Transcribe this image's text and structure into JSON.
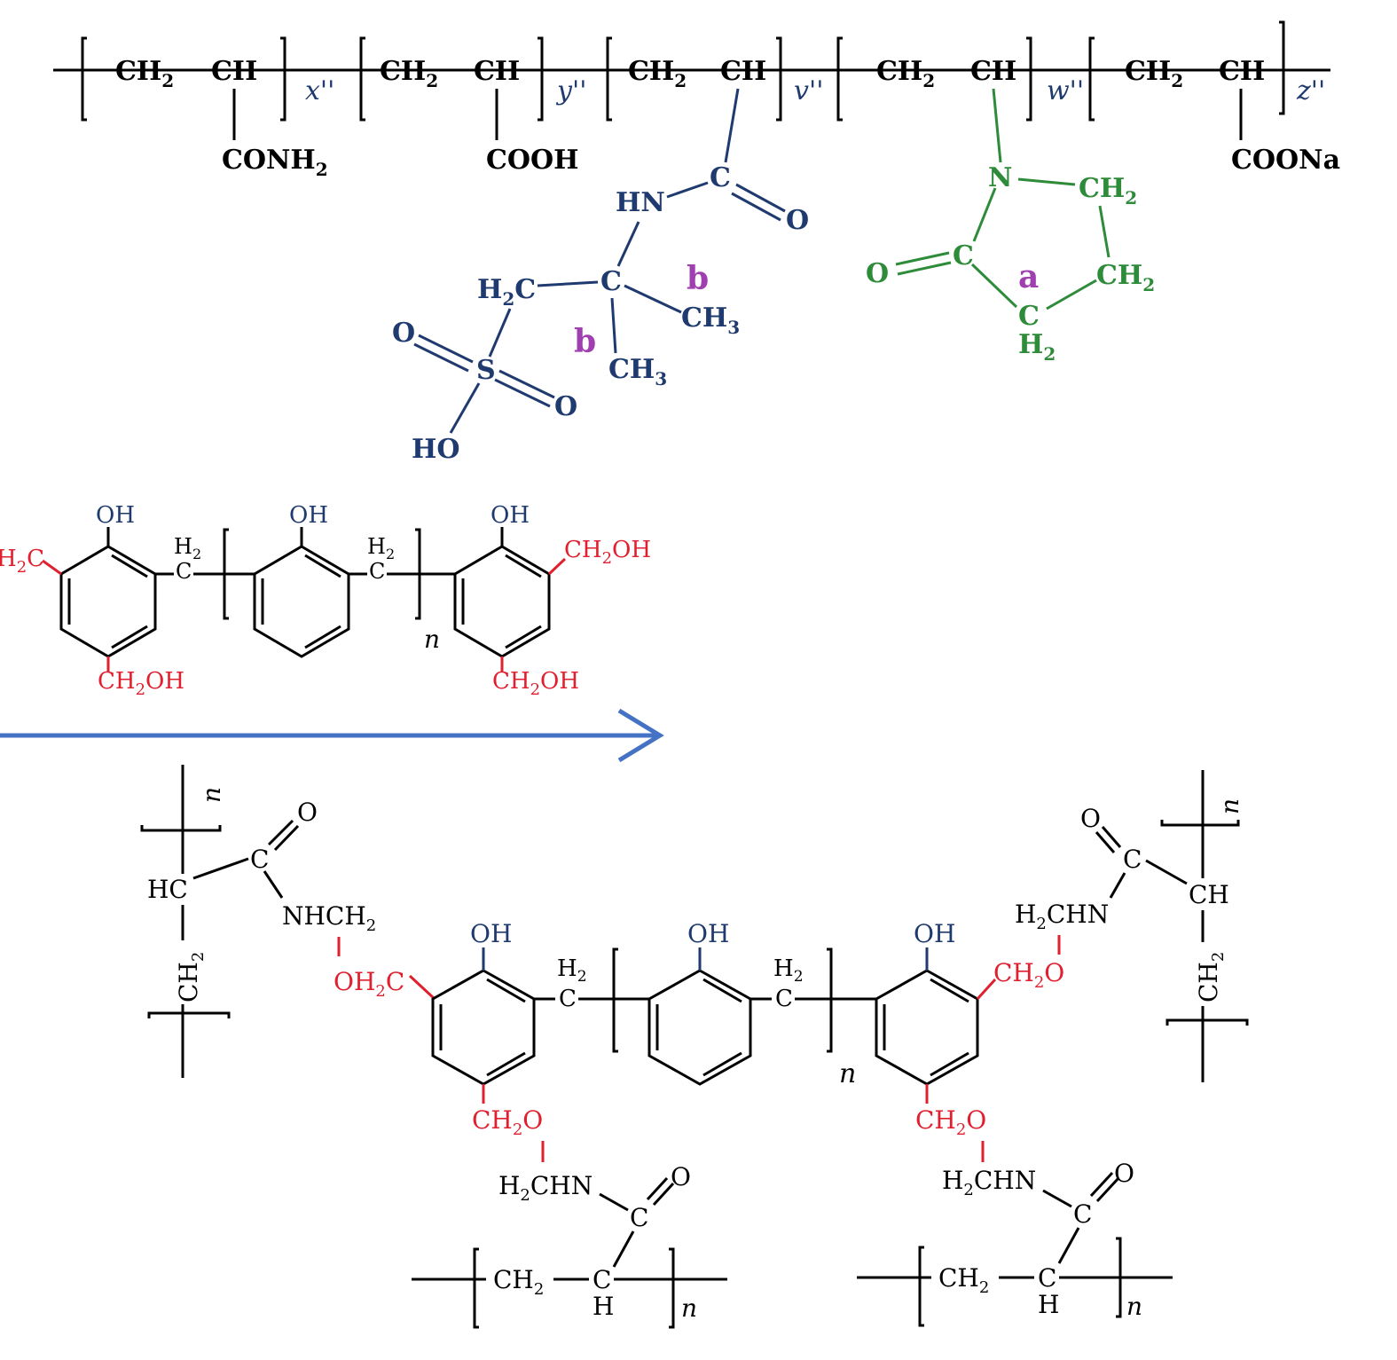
{
  "colors": {
    "black": "#000000",
    "navy": "#1f3a6e",
    "green": "#2e8b3a",
    "red": "#e0202e",
    "purple": "#a040b0",
    "arrow": "#4472c4"
  },
  "top_polymer": {
    "ch2": "CH",
    "ch": "CH",
    "sub2": "2",
    "sub3": "3",
    "unit_x": "x''",
    "unit_y": "y''",
    "unit_v": "v''",
    "unit_w": "w''",
    "unit_z": "z''",
    "conh2": "CONH",
    "cooh": "COOH",
    "coona": "COONa",
    "amps": {
      "c": "C",
      "o": "O",
      "hn": "HN",
      "h2c": "H",
      "h2c_tail": "C",
      "ch3": "CH",
      "s": "S",
      "ho": "HO",
      "label_b": "b"
    },
    "nvp": {
      "n": "N",
      "c": "C",
      "o": "O",
      "ch2": "CH",
      "h2": "H",
      "label_a": "a"
    }
  },
  "resin": {
    "oh": "OH",
    "h2": "H",
    "c": "C",
    "ch2oh": "CH",
    "ch2oh_tail": "OH",
    "h2c_left": "H",
    "n": "n"
  },
  "product": {
    "o": "O",
    "c": "C",
    "hc": "HC",
    "ch": "CH",
    "nhch2": "NHCH",
    "h2chn_head": "H",
    "h2chn_tail": "CHN",
    "oh2c_head": "OH",
    "oh2c_tail": "C",
    "ch2o_head": "CH",
    "ch2o_tail": "O",
    "oh": "OH",
    "h": "H",
    "n": "n"
  }
}
